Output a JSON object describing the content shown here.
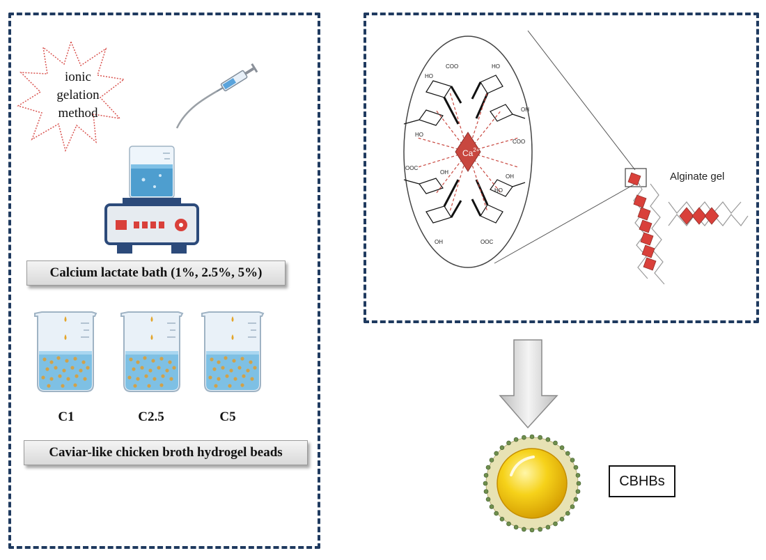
{
  "left_panel": {
    "burst_label": "ionic\ngelation\nmethod",
    "bath_label": "Calcium lactate bath (1%, 2.5%, 5%)",
    "beakers": [
      {
        "label": "C1"
      },
      {
        "label": "C2.5"
      },
      {
        "label": "C5"
      }
    ],
    "beads_label": "Caviar-like chicken broth hydrogel beads"
  },
  "right_panel": {
    "ion_label": "Ca",
    "ion_charge": "2+",
    "coo_labels": [
      "COO",
      "COO",
      "OOC",
      "OOC"
    ],
    "oh_labels": [
      "HO",
      "HO",
      "HO",
      "OH",
      "OH",
      "HO",
      "OH",
      "OH"
    ],
    "gel_label": "Alginate gel"
  },
  "product": {
    "label": "CBHBs"
  },
  "colors": {
    "panel_border": "#1f3a5f",
    "calcium_diamond": "#c8473f",
    "bead_yellow": "#f2c200",
    "burst_outline": "#d9534f"
  }
}
